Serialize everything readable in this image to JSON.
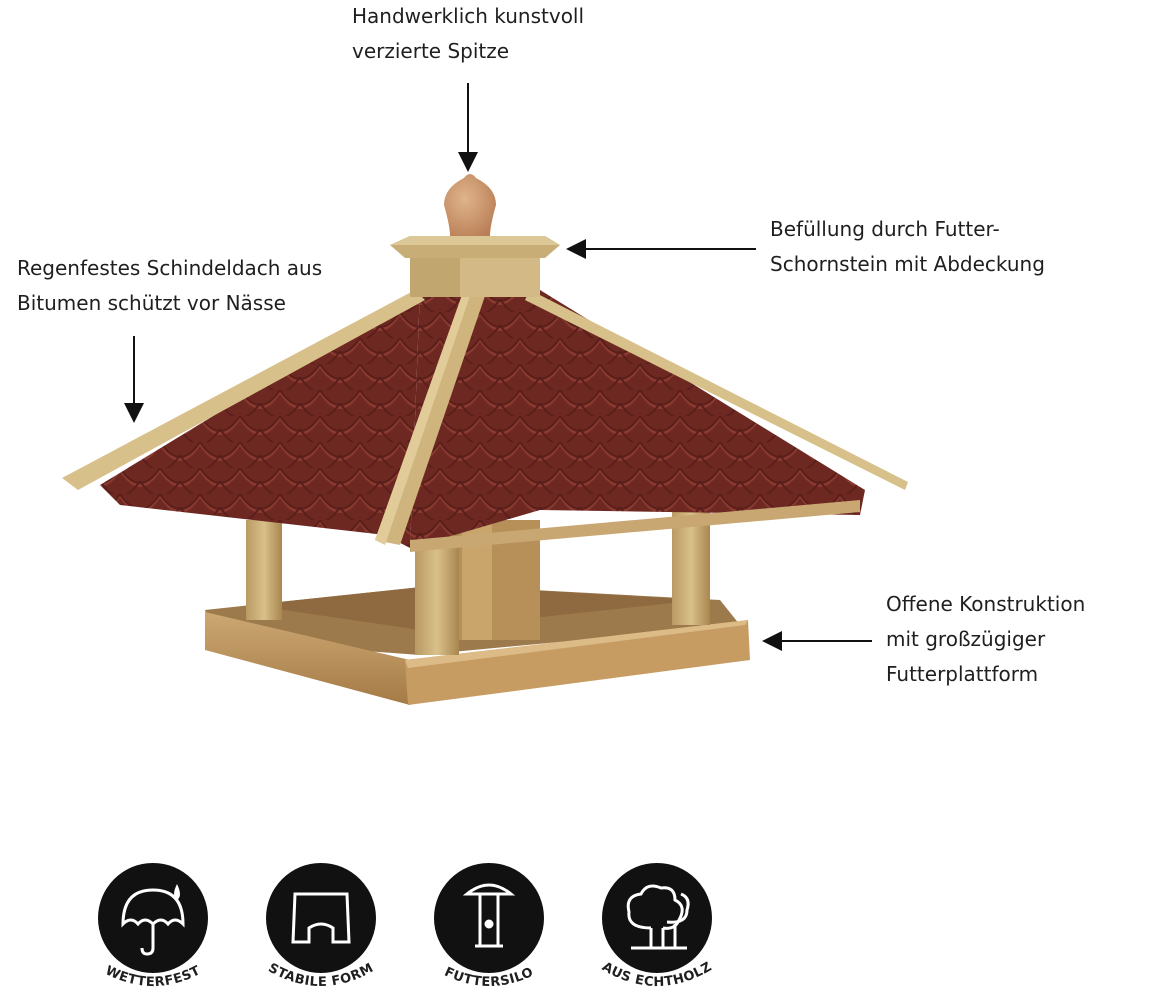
{
  "callouts": {
    "finial": [
      "Handwerklich kunstvoll",
      "verzierte Spitze"
    ],
    "chimney": [
      "Befüllung durch Futter-",
      "Schornstein mit Abdeckung"
    ],
    "roof": [
      "Regenfestes Schindeldach aus",
      "Bitumen schützt vor Nässe"
    ],
    "platform": [
      "Offene Konstruktion",
      "mit großzügiger",
      "Futterplattform"
    ]
  },
  "badges": [
    {
      "icon": "umbrella-rain-icon",
      "label": "WETTERFEST"
    },
    {
      "icon": "stable-shape-icon",
      "label": "STABILE FORM"
    },
    {
      "icon": "feed-silo-icon",
      "label": "FUTTERSILO"
    },
    {
      "icon": "trees-icon",
      "label": "AUS ECHTHOLZ"
    }
  ],
  "colors": {
    "roof_shingle": "#7a2e26",
    "wood_light": "#cbb27a",
    "wood_dark": "#a9854f",
    "badge": "#111111"
  }
}
